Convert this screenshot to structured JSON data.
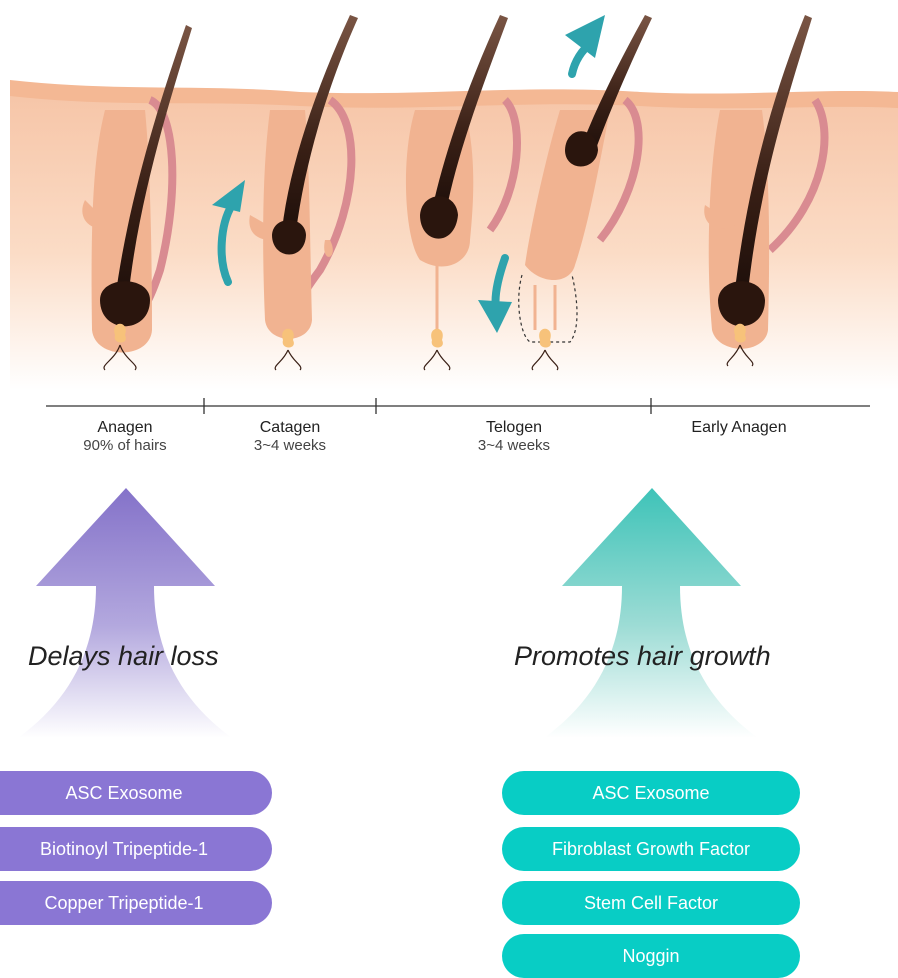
{
  "phases": [
    {
      "name": "Anagen",
      "duration": "90% of hairs"
    },
    {
      "name": "Catagen",
      "duration": "3~4 weeks"
    },
    {
      "name": "Telogen",
      "duration": "3~4 weeks"
    },
    {
      "name": "Early Anagen",
      "duration": ""
    }
  ],
  "left_effect": {
    "label": "Delays hair loss",
    "color": "#8a76d4",
    "ingredients": [
      "ASC Exosome",
      "Biotinoyl Tripeptide-1",
      "Copper Tripeptide-1"
    ]
  },
  "right_effect": {
    "label": "Promotes hair growth",
    "color": "#08cdc5",
    "ingredients": [
      "ASC Exosome",
      "Fibroblast Growth Factor",
      "Stem Cell Factor",
      "Noggin"
    ]
  },
  "colors": {
    "skin": "#f7c7a9",
    "skin_surface": "#f4b894",
    "hair": "#3a2016",
    "papilla": "#f7c27a",
    "muscle": "#d98b91",
    "motion_arrow": "#2ea3ad"
  }
}
